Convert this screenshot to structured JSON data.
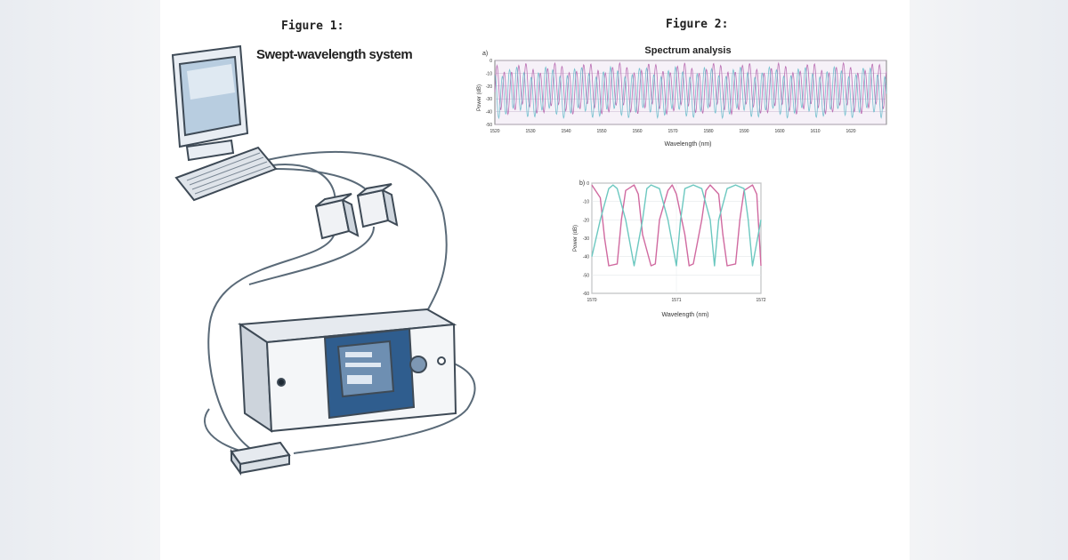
{
  "figure1": {
    "label": "Figure 1:",
    "title": "Swept-wavelength system"
  },
  "figure2": {
    "label": "Figure 2:"
  },
  "chart_data": [
    {
      "type": "line",
      "panel": "a)",
      "title": "Spectrum analysis",
      "xlabel": "Wavelength (nm)",
      "ylabel": "Power (dB)",
      "xlim": [
        1520,
        1630
      ],
      "ylim": [
        -50,
        0
      ],
      "xticks": [
        "1520",
        "1530",
        "1540",
        "1550",
        "1560",
        "1570",
        "1580",
        "1590",
        "1600",
        "1610",
        "1620"
      ],
      "yticks": [
        "0",
        "-10",
        "-20",
        "-30",
        "-40",
        "-50"
      ],
      "series": [
        {
          "color": "#b05aa8",
          "pattern": "dense periodic oscillation between -5 and -40 dB"
        },
        {
          "color": "#5fb8c8",
          "pattern": "dense periodic oscillation between -5 and -45 dB"
        }
      ]
    },
    {
      "type": "line",
      "panel": "b)",
      "xlabel": "Wavelength (nm)",
      "ylabel": "Power (dB)",
      "xlim": [
        1570,
        1572
      ],
      "ylim": [
        -60,
        0
      ],
      "xticks": [
        "1570",
        "1571",
        "1572"
      ],
      "yticks": [
        "0",
        "-10",
        "-20",
        "-30",
        "-40",
        "-50",
        "-60"
      ],
      "series": [
        {
          "color": "#d06aa0",
          "x": [
            1570.0,
            1570.1,
            1570.15,
            1570.2,
            1570.3,
            1570.35,
            1570.4,
            1570.5,
            1570.55,
            1570.6,
            1570.7,
            1570.75,
            1570.8,
            1570.9,
            1570.95,
            1571.0,
            1571.1,
            1571.15,
            1571.2,
            1571.3,
            1571.35,
            1571.4,
            1571.5,
            1571.55,
            1571.6,
            1571.7,
            1571.75,
            1571.8,
            1571.9,
            1571.95,
            1572.0
          ],
          "y": [
            -1,
            -8,
            -30,
            -45,
            -44,
            -20,
            -4,
            -1,
            -6,
            -28,
            -45,
            -44,
            -20,
            -4,
            -1,
            -6,
            -28,
            -45,
            -44,
            -20,
            -4,
            -1,
            -6,
            -28,
            -45,
            -44,
            -20,
            -4,
            -1,
            -6,
            -45
          ]
        },
        {
          "color": "#6cc8c0",
          "x": [
            1570.0,
            1570.1,
            1570.2,
            1570.25,
            1570.3,
            1570.4,
            1570.5,
            1570.6,
            1570.65,
            1570.7,
            1570.8,
            1570.9,
            1571.0,
            1571.05,
            1571.1,
            1571.2,
            1571.3,
            1571.4,
            1571.45,
            1571.5,
            1571.6,
            1571.7,
            1571.8,
            1571.85,
            1571.9,
            1572.0
          ],
          "y": [
            -40,
            -20,
            -3,
            -1,
            -3,
            -20,
            -45,
            -20,
            -3,
            -1,
            -3,
            -20,
            -45,
            -20,
            -3,
            -1,
            -3,
            -20,
            -45,
            -20,
            -3,
            -1,
            -3,
            -20,
            -45,
            -20
          ]
        }
      ]
    }
  ]
}
